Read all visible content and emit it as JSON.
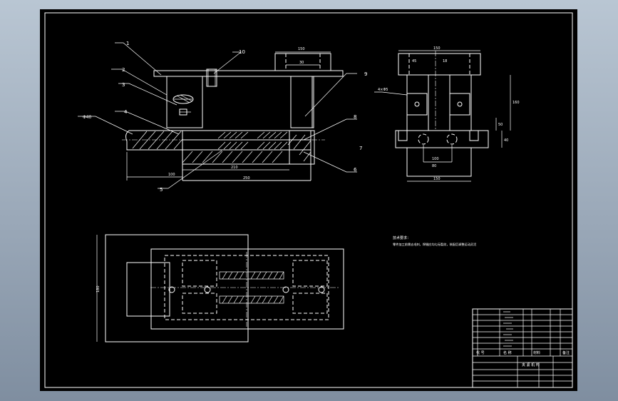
{
  "drawing": {
    "part_labels": [
      "1",
      "2",
      "3",
      "4",
      "5",
      "6",
      "7",
      "8",
      "9",
      "10"
    ],
    "diameter_label": "Φ40",
    "hole_label": "4×Φ5",
    "dimensions": {
      "front_top_width": "150",
      "front_top_inner": "30",
      "front_left": "100",
      "front_mid": "210",
      "front_total": "250",
      "side_top": "150",
      "side_top_left": "45",
      "side_top_mid": "18",
      "side_height": "160",
      "side_mid": "50",
      "side_right": "40",
      "side_inner": "100",
      "side_hole": "80",
      "side_total": "150",
      "plan_height": "180"
    },
    "notes": {
      "heading": "技术要求：",
      "line1": "零件加工前需去毛刺，焊缝应均匀无裂纹，装配后调整运动灵活"
    },
    "title_block": {
      "name": "夹 紧 机 构",
      "label_code": "代 号",
      "label_name": "名 称",
      "label_qty": "材料",
      "label_mat": "备注"
    }
  }
}
